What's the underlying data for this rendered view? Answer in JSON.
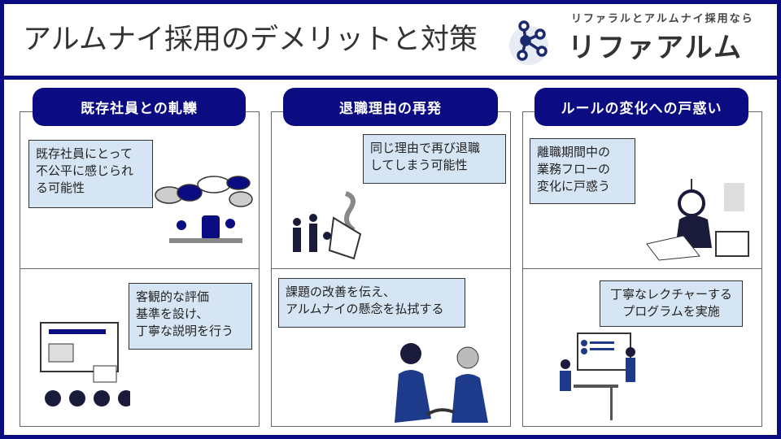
{
  "header": {
    "title": "アルムナイ採用のデメリットと対策"
  },
  "logo": {
    "tagline": "リファラルとアルムナイ採用なら",
    "name": "リファアルム"
  },
  "columns": [
    {
      "heading": "既存社員との軋轢",
      "problem": "既存社員にとって\n不公平に感じられ\nる可能性",
      "solution": "客観的な評価\n基準を設け、\n丁寧な説明を行う"
    },
    {
      "heading": "退職理由の再発",
      "problem": "同じ理由で再び退職\nしてしまう可能性",
      "solution": "課題の改善を伝え、\nアルムナイの懸念を払拭する"
    },
    {
      "heading": "ルールの変化への戸惑い",
      "problem": "離職期間中の\n業務フローの\n変化に戸惑う",
      "solution": "丁寧なレクチャーする\nプログラムを実施"
    }
  ],
  "colors": {
    "navy": "#0b0b82",
    "box": "#d5e5f3"
  }
}
